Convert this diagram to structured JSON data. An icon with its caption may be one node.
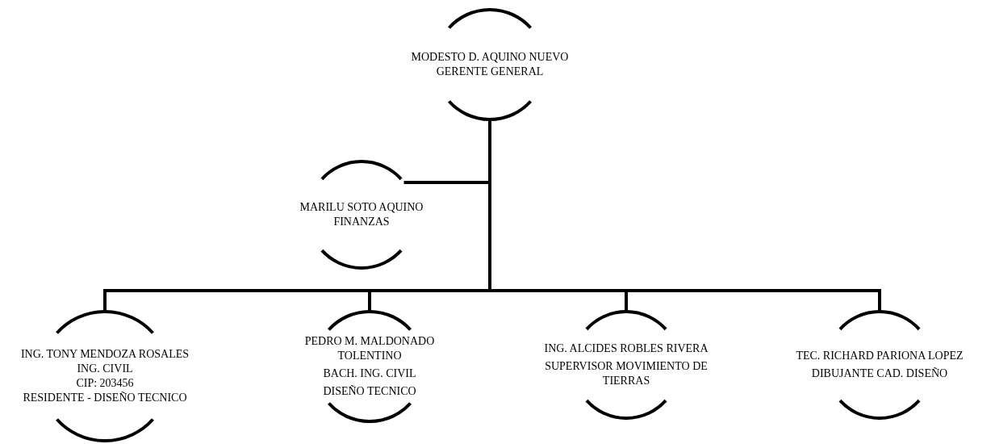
{
  "diagram": {
    "nodes": [
      {
        "text": [
          "MODESTO D. AQUINO  NUEVO",
          "GERENTE GENERAL"
        ]
      },
      {
        "text": [
          "MARILU SOTO AQUINO",
          "FINANZAS"
        ]
      },
      {
        "text": [
          "ING. TONY MENDOZA ROSALES",
          "ING. CIVIL",
          "CIP: 203456",
          "RESIDENTE - DISEÑO TECNICO"
        ]
      },
      {
        "text": [
          "PEDRO M. MALDONADO TOLENTINO",
          "BACH. ING. CIVIL",
          "DISEÑO TECNICO"
        ]
      },
      {
        "text": [
          "ING. ALCIDES ROBLES RIVERA",
          "SUPERVISOR MOVIMIENTO DE TIERRAS"
        ]
      },
      {
        "text": [
          "TEC. RICHARD PARIONA LOPEZ",
          "DIBUJANTE CAD. DISEÑO"
        ]
      }
    ],
    "edges": [
      {
        "from": 0,
        "to": 1,
        "arrow": "none"
      },
      {
        "from": 0,
        "to": 2,
        "arrow": "none"
      },
      {
        "from": 0,
        "to": 3,
        "arrow": "none"
      },
      {
        "from": 0,
        "to": 4,
        "arrow": "none"
      },
      {
        "from": 0,
        "to": 5,
        "arrow": "none"
      }
    ]
  }
}
